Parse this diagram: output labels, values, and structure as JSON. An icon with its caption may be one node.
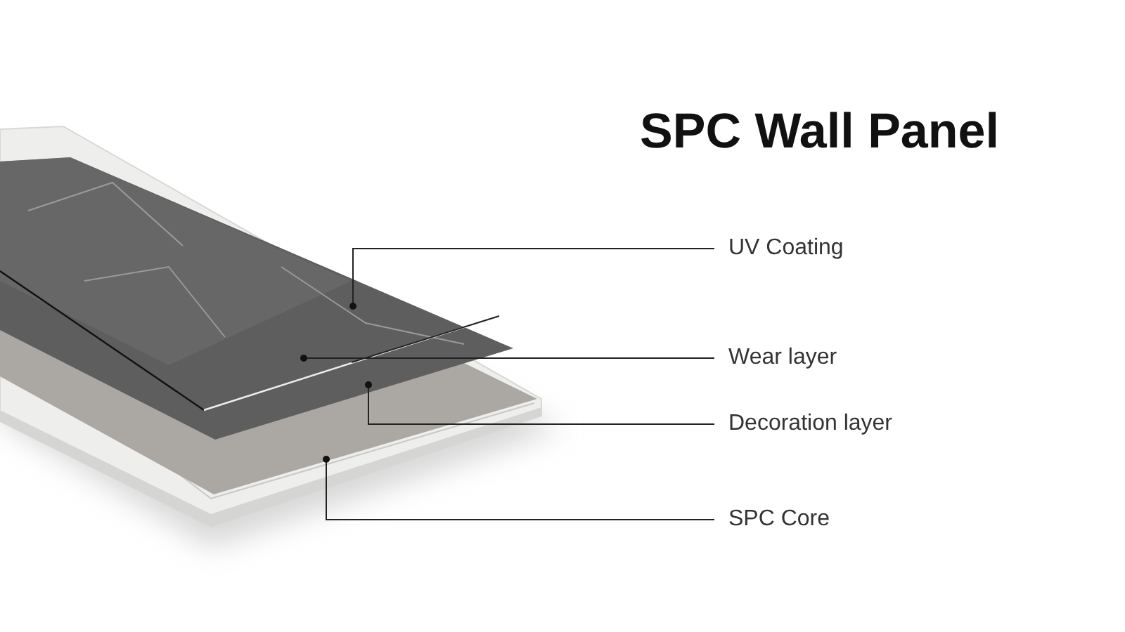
{
  "diagram": {
    "title": "SPC Wall Panel",
    "nodes": [
      {
        "text": [
          "UV Coating"
        ]
      },
      {
        "text": [
          "Wear layer"
        ]
      },
      {
        "text": [
          "Decoration layer"
        ]
      },
      {
        "text": [
          "SPC Core"
        ]
      }
    ],
    "edges": [
      {
        "from": 0,
        "to": null,
        "arrow": "other"
      },
      {
        "from": 1,
        "to": null,
        "arrow": "other"
      },
      {
        "from": 2,
        "to": null,
        "arrow": "other"
      },
      {
        "from": 3,
        "to": null,
        "arrow": "other"
      }
    ]
  }
}
